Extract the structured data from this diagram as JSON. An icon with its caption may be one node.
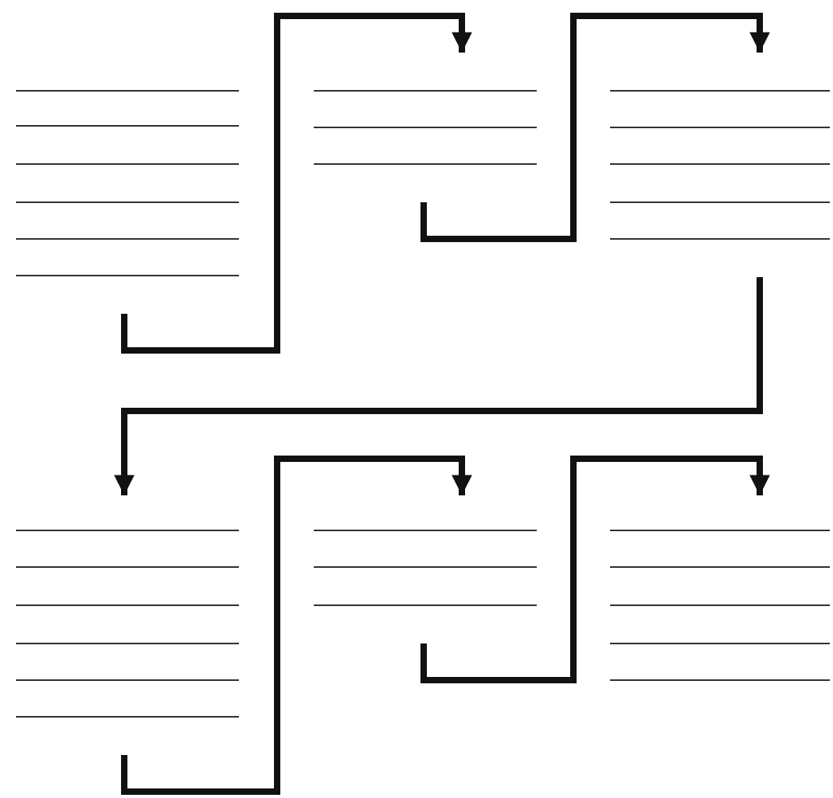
{
  "diagram": {
    "nodes": [
      {
        "text": [],
        "shape": "lines"
      },
      {
        "text": [],
        "shape": "lines"
      },
      {
        "text": [],
        "shape": "lines"
      },
      {
        "text": [],
        "shape": "lines"
      },
      {
        "text": [],
        "shape": "lines"
      },
      {
        "text": [],
        "shape": "lines"
      }
    ],
    "edges": [
      {
        "from": 0,
        "to": 1,
        "arrow": "to"
      },
      {
        "from": 1,
        "to": 2,
        "arrow": "to"
      },
      {
        "from": 2,
        "to": 3,
        "arrow": "to"
      },
      {
        "from": 3,
        "to": 4,
        "arrow": "to"
      },
      {
        "from": 4,
        "to": 5,
        "arrow": "to"
      }
    ]
  }
}
